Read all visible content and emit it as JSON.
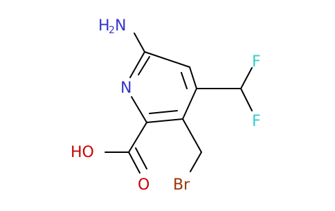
{
  "molecule": {
    "atoms": {
      "amino_h": "H",
      "amino_sub": "2",
      "amino_n": "N",
      "ring_n": "N",
      "f_top": "F",
      "f_bottom": "F",
      "hydroxyl": "HO",
      "carbonyl_o": "O",
      "bromine": "Br"
    }
  },
  "colors": {
    "nitrogen": "#3333cc",
    "fluorine": "#33cccc",
    "oxygen": "#cc0000",
    "bromine": "#993300",
    "bond": "#000000"
  }
}
